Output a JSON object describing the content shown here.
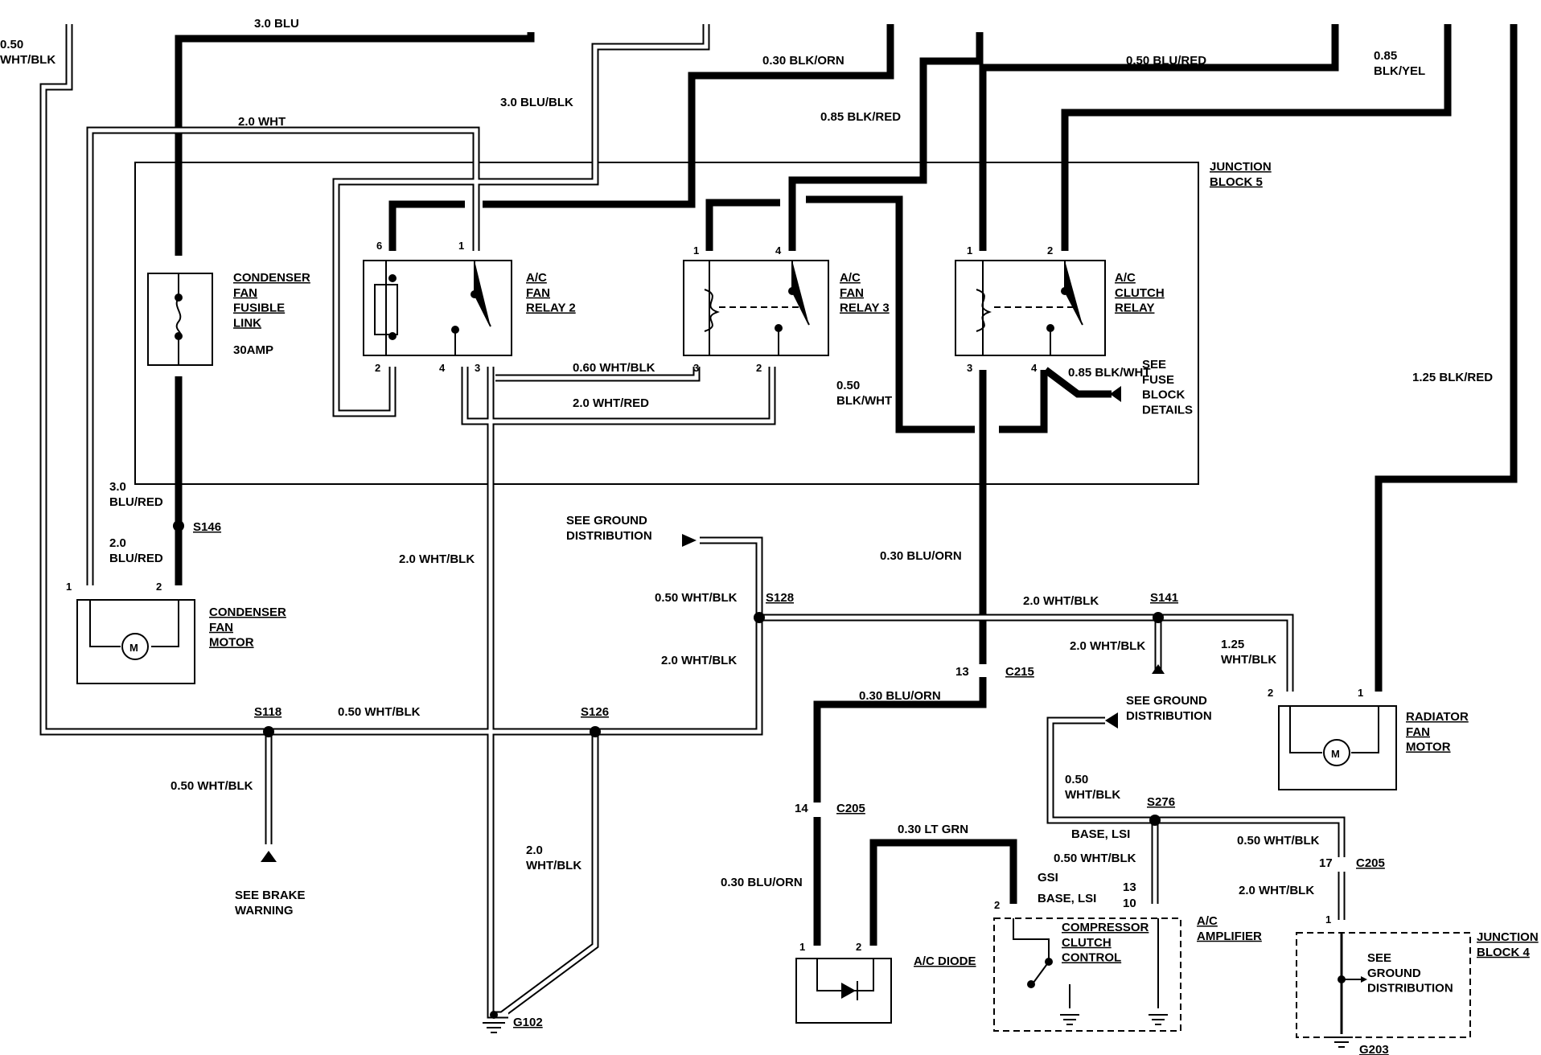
{
  "wires": {
    "blu_3_0": "3.0 BLU",
    "wht_blk_050_left": "0.50\nWHT/BLK",
    "wht_2_0": "2.0 WHT",
    "blu_blk_3_0": "3.0 BLU/BLK",
    "blk_orn_030": "0.30 BLK/ORN",
    "blk_red_085": "0.85 BLK/RED",
    "blu_red_050": "0.50 BLU/RED",
    "blk_yel_085": "0.85\nBLK/YEL",
    "blk_red_125": "1.25 BLK/RED",
    "wht_blk_060": "0.60 WHT/BLK",
    "wht_red_2_0": "2.0 WHT/RED",
    "blk_wht_050": "0.50\nBLK/WHT",
    "blk_wht_085": "0.85 BLK/WHT",
    "blu_red_3_0": "3.0\nBLU/RED",
    "blu_red_2_0": "2.0\nBLU/RED",
    "wht_blk_2_0_a": "2.0 WHT/BLK",
    "wht_blk_050_s128": "0.50 WHT/BLK",
    "wht_blk_2_0_b": "2.0 WHT/BLK",
    "wht_blk_050_mid": "0.50 WHT/BLK",
    "wht_blk_050_s118": "0.50 WHT/BLK",
    "wht_blk_2_0_c": "2.0\nWHT/BLK",
    "blu_orn_030_a": "0.30 BLU/ORN",
    "blu_orn_030_b": "0.30 BLU/ORN",
    "blu_orn_030_c": "0.30 BLU/ORN",
    "wht_blk_2_0_d": "2.0 WHT/BLK",
    "wht_blk_2_0_e": "2.0 WHT/BLK",
    "wht_blk_125": "1.25\nWHT/BLK",
    "lt_grn_030": "0.30 LT GRN",
    "wht_blk_050_s276": "0.50\nWHT/BLK",
    "wht_blk_050_amp": "0.50 WHT/BLK",
    "wht_blk_050_c205": "0.50 WHT/BLK",
    "wht_blk_2_0_f": "2.0 WHT/BLK"
  },
  "components": {
    "junction_block_5": "JUNCTION\nBLOCK 5",
    "condenser_fusible_link": "CONDENSER\nFAN\nFUSIBLE\nLINK",
    "fusible_rating": "30AMP",
    "ac_fan_relay_2": "A/C\nFAN\nRELAY 2",
    "ac_fan_relay_3": "A/C\nFAN\nRELAY 3",
    "ac_clutch_relay": "A/C\nCLUTCH\nRELAY",
    "condenser_fan_motor": "CONDENSER\nFAN\nMOTOR",
    "radiator_fan_motor": "RADIATOR\nFAN\nMOTOR",
    "ac_diode": "A/C DIODE",
    "compressor_clutch_control": "COMPRESSOR\nCLUTCH\nCONTROL",
    "ac_amplifier": "A/C\nAMPLIFIER",
    "junction_block_4": "JUNCTION\nBLOCK 4",
    "jb4_see_ground": "SEE\nGROUND\nDISTRIBUTION"
  },
  "references": {
    "see_fuse_block": "SEE\nFUSE\nBLOCK\nDETAILS",
    "see_ground_1": "SEE GROUND\nDISTRIBUTION",
    "see_ground_2": "SEE GROUND\nDISTRIBUTION",
    "see_brake": "SEE BRAKE\nWARNING"
  },
  "splices": {
    "s146": "S146",
    "s128": "S128",
    "s141": "S141",
    "s118": "S118",
    "s126": "S126",
    "s276": "S276"
  },
  "connectors": {
    "c215": "C215",
    "c205_a": "C205",
    "c205_b": "C205",
    "c215_pin": "13",
    "c205_a_pin": "14",
    "c205_b_pin": "17"
  },
  "grounds": {
    "g102": "G102",
    "g203": "G203"
  },
  "variants": {
    "base_lsi_1": "BASE, LSI",
    "gsi": "GSI",
    "base_lsi_2": "BASE, LSI",
    "pin_13": "13",
    "pin_10": "10"
  },
  "pins": {
    "r2_6": "6",
    "r2_1": "1",
    "r2_2": "2",
    "r2_4": "4",
    "r2_3": "3",
    "r3_1": "1",
    "r3_4": "4",
    "r3_3": "3",
    "r3_2": "2",
    "rc_1": "1",
    "rc_2": "2",
    "rc_3": "3",
    "rc_4": "4",
    "cfm_1": "1",
    "cfm_2": "2",
    "rfm_2": "2",
    "rfm_1": "1",
    "diode_1": "1",
    "diode_2": "2",
    "ccc_2": "2",
    "jb4_1": "1"
  }
}
